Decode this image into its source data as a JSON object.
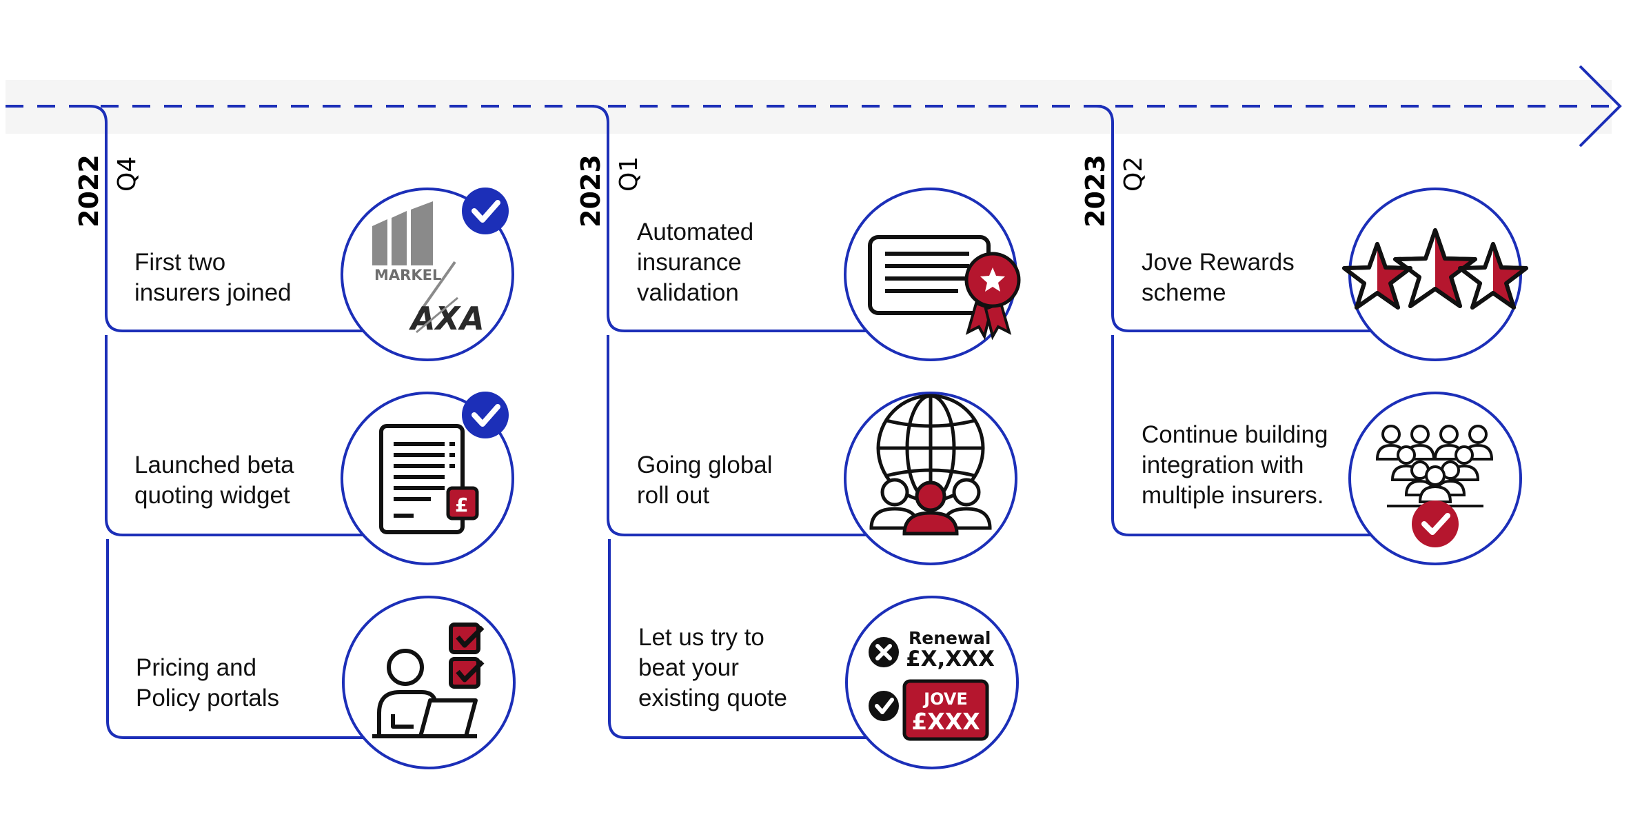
{
  "colors": {
    "accent_blue": "#1c2fb8",
    "accent_red": "#b5162e",
    "band_gray": "#f5f5f5",
    "text_dark": "#111111"
  },
  "phases": [
    {
      "year": "2022",
      "quarter": "Q4"
    },
    {
      "year": "2023",
      "quarter": "Q1"
    },
    {
      "year": "2023",
      "quarter": "Q2"
    }
  ],
  "milestones": [
    {
      "lines": [
        "First two",
        "insurers joined"
      ],
      "icon": "insurer-logos-icon",
      "completed": true,
      "logos": [
        "MARKEL",
        "AXA"
      ]
    },
    {
      "lines": [
        "Launched beta",
        "quoting widget"
      ],
      "icon": "quote-document-icon",
      "completed": true,
      "currency": "£"
    },
    {
      "lines": [
        "Pricing and",
        "Policy portals"
      ],
      "icon": "portal-user-icon",
      "completed": false
    },
    {
      "lines": [
        "Automated",
        "insurance",
        "validation"
      ],
      "icon": "certificate-icon",
      "completed": false
    },
    {
      "lines": [
        "Going global",
        "roll out"
      ],
      "icon": "global-team-icon",
      "completed": false
    },
    {
      "lines": [
        "Let us try to",
        "beat your",
        "existing quote"
      ],
      "icon": "quote-compare-icon",
      "completed": false,
      "compare": {
        "old_label": "Renewal",
        "old_price": "£X,XXX",
        "new_label": "JOVE",
        "new_price": "£XXX"
      }
    },
    {
      "lines": [
        "Jove Rewards",
        "scheme"
      ],
      "icon": "stars-icon",
      "completed": false
    },
    {
      "lines": [
        "Continue building",
        "integration with",
        "multiple insurers."
      ],
      "icon": "network-group-icon",
      "completed": false
    }
  ]
}
